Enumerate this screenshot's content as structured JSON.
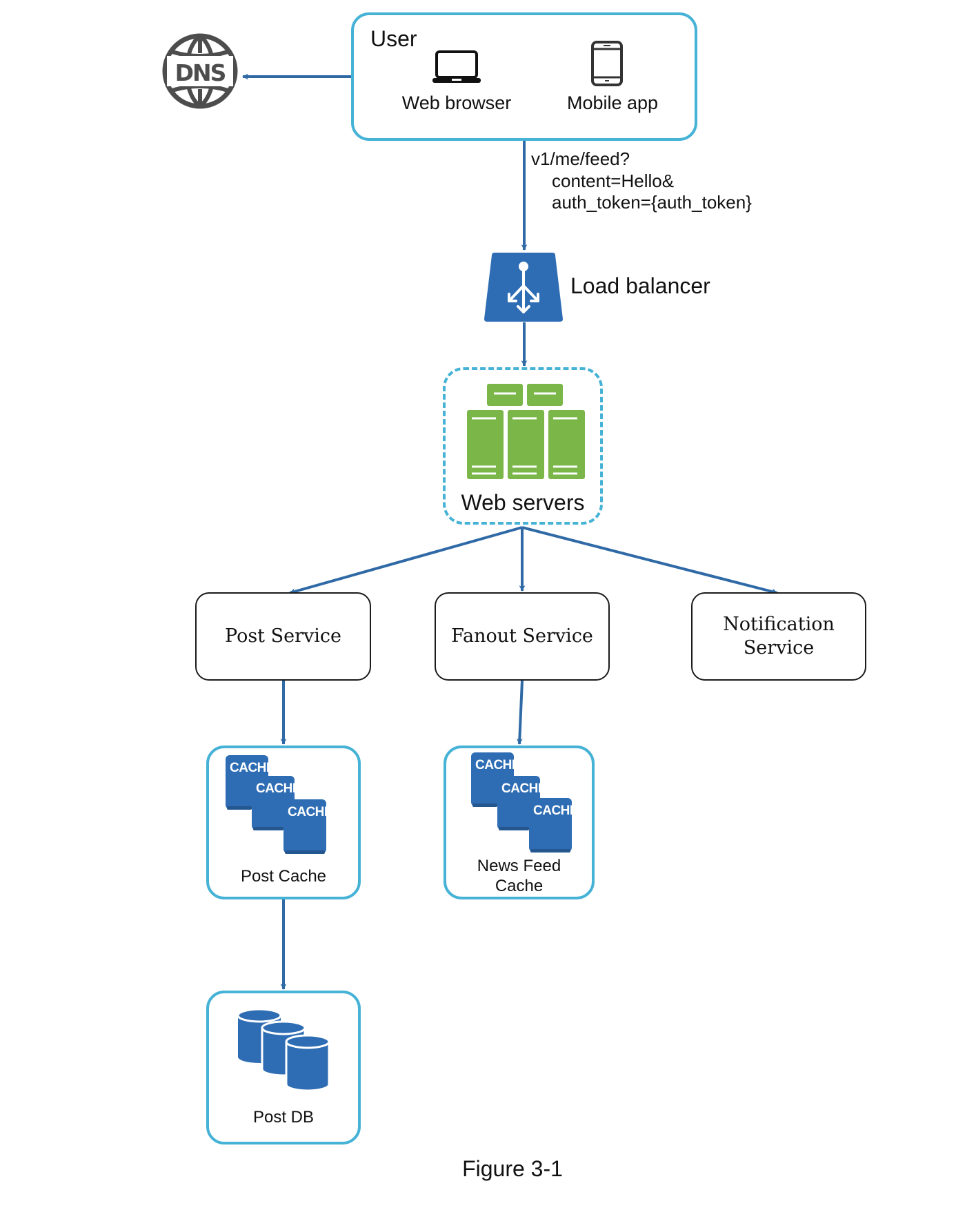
{
  "diagram": {
    "colors": {
      "arrow": "#2f6aa6",
      "container_border": "#45b2d6",
      "icon_blue": "#2e6db4",
      "server_green": "#7ab648",
      "dns_gray": "#4d4d4d"
    },
    "user": {
      "title": "User",
      "clients": [
        {
          "label": "Web browser",
          "icon": "laptop-icon"
        },
        {
          "label": "Mobile app",
          "icon": "mobile-phone-icon"
        }
      ]
    },
    "dns": {
      "label": "DNS",
      "icon": "dns-globe-icon"
    },
    "request": {
      "lines": [
        "v1/me/feed?",
        "content=Hello&",
        "auth_token={auth_token}"
      ]
    },
    "load_balancer": {
      "label": "Load balancer",
      "icon": "load-balancer-icon"
    },
    "web_servers": {
      "label": "Web servers",
      "icon": "server-rack-icon"
    },
    "services": [
      {
        "id": "post-service",
        "label": "Post Service"
      },
      {
        "id": "fanout-service",
        "label": "Fanout Service"
      },
      {
        "id": "notification-service",
        "label": "Notification Service",
        "lines": [
          "Notification",
          "Service"
        ]
      }
    ],
    "caches": [
      {
        "id": "post-cache",
        "label": "Post Cache",
        "chip_labels": [
          "CACHE",
          "CACHE",
          "CACHE"
        ]
      },
      {
        "id": "news-feed-cache",
        "label": "News Feed Cache",
        "lines": [
          "News Feed",
          "Cache"
        ],
        "chip_labels": [
          "CACHE",
          "CACHE",
          "CACHE"
        ]
      }
    ],
    "database": {
      "label": "Post DB",
      "icon": "database-icon"
    },
    "caption": "Figure 3-1"
  }
}
